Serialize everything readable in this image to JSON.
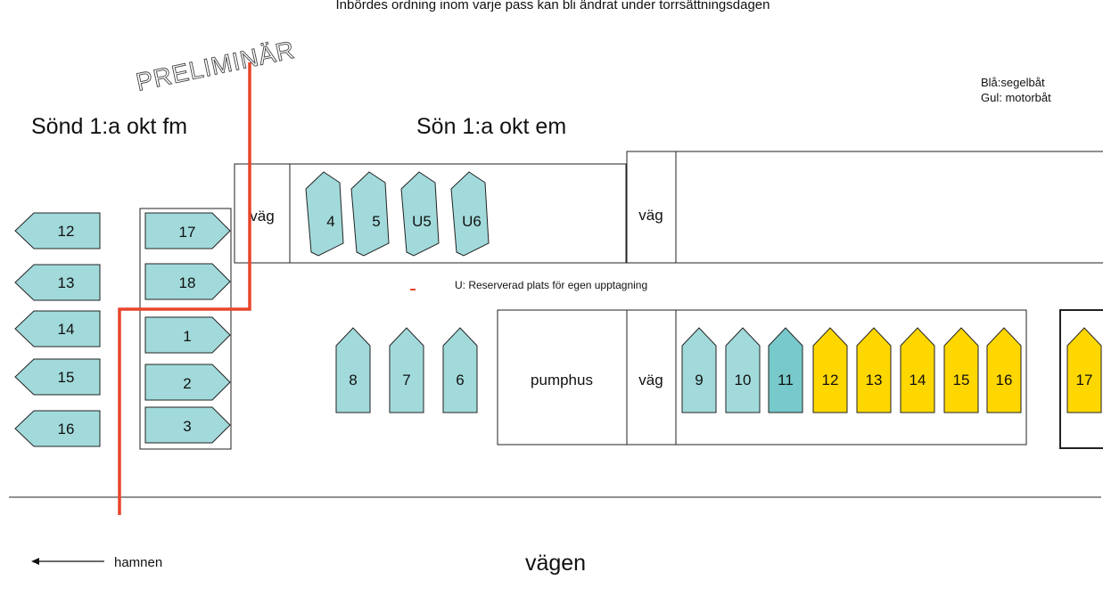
{
  "header_note": "Inbördes ordning inom varje pass kan bli ändrat under torrsättningsdagen",
  "watermark": "PRELIMINÄR",
  "legend": {
    "line1": "Blå:segelbåt",
    "line2": "Gul: motorbåt"
  },
  "session_fm": "Sönd 1:a okt fm",
  "session_em": "Sön 1:a okt em",
  "reserved_note": "U: Reserverad plats för egen upptagning",
  "labels": {
    "vag": "väg",
    "pumphus": "pumphus",
    "hamnen": "hamnen",
    "vagen": "vägen"
  },
  "colors": {
    "sail": "#a2dadb",
    "sail_dark": "#77c9cb",
    "motor": "#ffd700",
    "divider": "#e8442a",
    "stroke": "#222222"
  },
  "boats": {
    "left_column": [
      "12",
      "13",
      "14",
      "15",
      "16"
    ],
    "middle_column": [
      "17",
      "18",
      "1",
      "2",
      "3"
    ],
    "top_row": [
      "4",
      "5",
      "U5",
      "U6"
    ],
    "lower_single": [
      "8",
      "7",
      "6"
    ],
    "lower_row_sail": [
      "9",
      "10",
      "11"
    ],
    "lower_row_motor": [
      "12",
      "13",
      "14",
      "15",
      "16",
      "17"
    ]
  }
}
